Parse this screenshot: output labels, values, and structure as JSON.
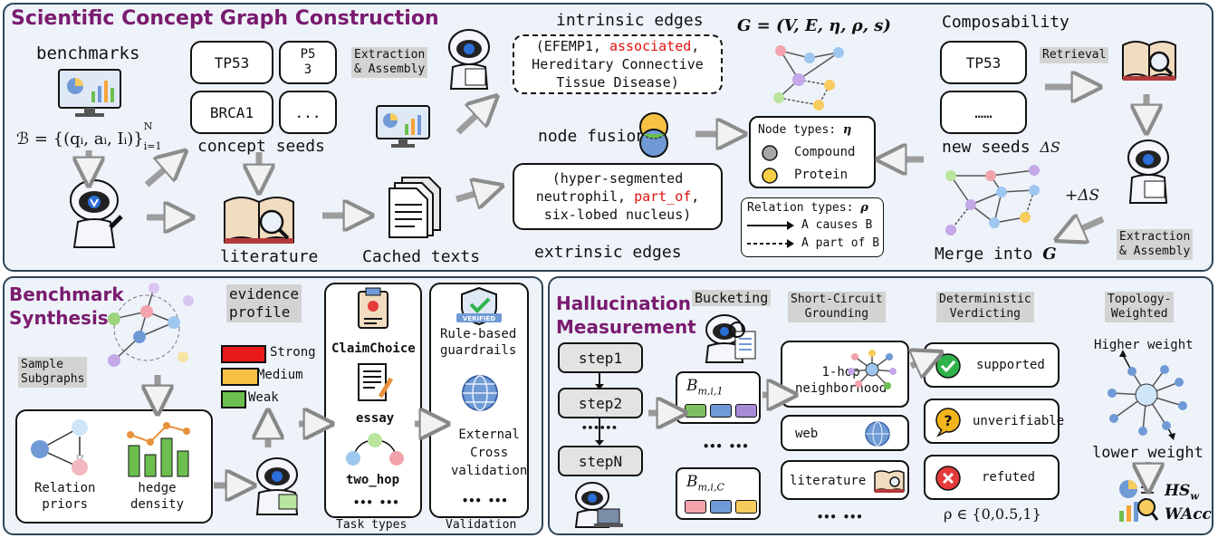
{
  "concept": {
    "title": "Scientific Concept Graph Construction",
    "benchmarks": "benchmarks",
    "formula": "ℬ = {(qᵢ, aᵢ, Iᵢ)}",
    "formula_sup": "N",
    "formula_sub": "i=1",
    "seeds": [
      "TP53",
      "P5\n3",
      "BRCA1",
      "..."
    ],
    "concept_seeds": "concept seeds",
    "literature": "literature",
    "cached_texts": "Cached texts",
    "extraction_assembly": "Extraction\n& Assembly",
    "intrinsic_edges": "intrinsic edges",
    "intrinsic_pre": "(EFEMP1, ",
    "intrinsic_rel": "associated",
    "intrinsic_post": ",\nHereditary Connective\nTissue Disease)",
    "node_fusion": "node fusion",
    "extrinsic_pre": "(hyper-segmented\nneutrophil, ",
    "extrinsic_rel": "part_of",
    "extrinsic_post": ",\nsix-lobed nucleus)",
    "extrinsic_edges": "extrinsic edges",
    "graph_def": "G = (V, E, η, ρ, s)",
    "node_types_label": "Node types: ",
    "node_types_sym": "η",
    "node_types": [
      "Compound",
      "Protein"
    ],
    "relation_types_label": "Relation types: ",
    "relation_types_sym": "ρ",
    "relation_types": [
      "A causes B",
      "A part of B"
    ],
    "composability": "Composability",
    "retrieval": "Retrieval",
    "comp_seeds": [
      "TP53",
      "……"
    ],
    "new_seeds": "new seeds ",
    "new_seeds_sym": "ΔS",
    "plus_delta": "+ΔS",
    "extraction_assembly2": "Extraction\n& Assembly",
    "merge": "Merge into ",
    "merge_sym": "G"
  },
  "benchmark": {
    "title": "Benchmark\nSynthesis",
    "sample_subgraphs": "Sample\nSubgraphs",
    "relation_priors": "Relation\npriors",
    "hedge_density": "hedge\ndensity",
    "evidence_profile": "evidence\nprofile",
    "levels": [
      "Strong",
      "Medium",
      "Weak"
    ],
    "tasks": [
      "ClaimChoice",
      "essay",
      "two_hop",
      "••• •••"
    ],
    "task_types": "Task types",
    "validation_items": [
      "Rule-based\nguardrails",
      "External\nCross\nvalidation",
      "••• •••"
    ],
    "validation": "Validation",
    "verified": "VERIFIED"
  },
  "halluc": {
    "title": "Hallucination\nMeasurement",
    "bucketing": "Bucketing",
    "steps": [
      "step1",
      "step2",
      "••••••",
      "stepN"
    ],
    "bucket1": "B",
    "bucket1_sub": "m,i,1",
    "bucket_mid": "••• •••",
    "bucketC": "B",
    "bucketC_sub": "m,i,C",
    "short_circuit": "Short-Circuit\nGrounding",
    "sources": [
      "1-hop\nneighborhood",
      "web",
      "literature",
      "••• •••"
    ],
    "deterministic": "Deterministic\nVerdicting",
    "verdicts": [
      "supported",
      "unverifiable",
      "refuted"
    ],
    "rho": "ρ ∈ {0,0.5,1}",
    "topology": "Topology-\nWeighted",
    "higher": "Higher weight",
    "lower": "lower weight",
    "hs": "HS",
    "hs_sub": "w",
    "wacc": "WAcc"
  },
  "colors": {
    "title": "#7a1b6f",
    "panel_bg": "#eef3fa",
    "strong": "#e8191a",
    "medium": "#f7c243",
    "weak": "#6cbf4e",
    "compound": "#a8a8a8",
    "protein": "#f8cf45",
    "chip_green": "#7dbf62",
    "chip_blue": "#6f9ad6",
    "chip_purple": "#a68ad6",
    "chip_pink": "#f2a3ab",
    "chip_yellow": "#f7cc5d",
    "supported": "#2fb34a",
    "unverifiable": "#f3b51c",
    "refuted": "#e53b3b"
  }
}
